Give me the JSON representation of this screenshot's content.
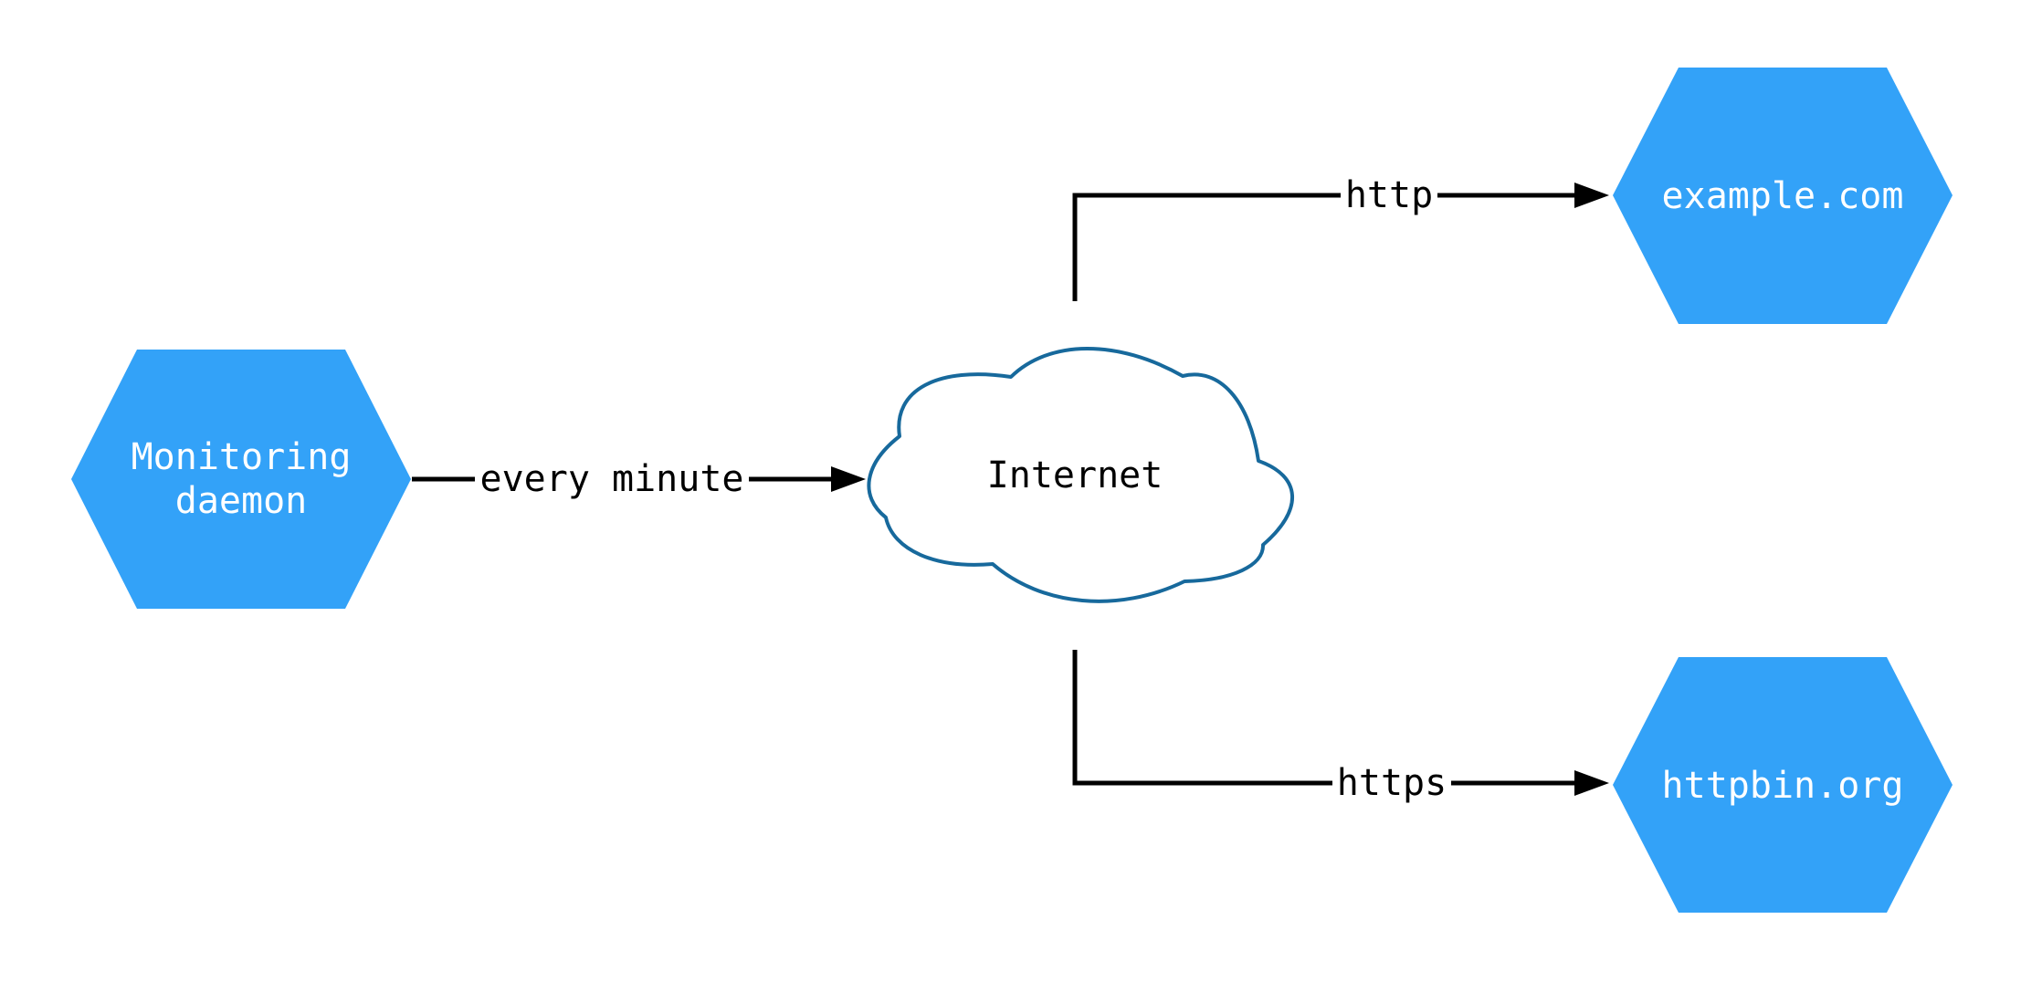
{
  "diagram": {
    "type": "network-monitoring-diagram"
  },
  "colors": {
    "background": "#ffffff",
    "node_fill": "#33a2f8",
    "node_text": "#ffffff",
    "cloud_fill": "#ffffff",
    "cloud_stroke": "#17699c",
    "line": "#000000",
    "edge_label": "#000000"
  },
  "nodes": {
    "monitoring_daemon": {
      "line1": "Monitoring",
      "line2": "daemon",
      "label": "Monitoring daemon",
      "shape": "hexagon"
    },
    "internet": {
      "label": "Internet",
      "shape": "cloud"
    },
    "example_com": {
      "label": "example.com",
      "shape": "hexagon"
    },
    "httpbin_org": {
      "label": "httpbin.org",
      "shape": "hexagon"
    }
  },
  "edges": {
    "every_minute": {
      "label": "every minute",
      "from": "monitoring_daemon",
      "to": "internet"
    },
    "http": {
      "label": "http",
      "from": "internet",
      "to": "example_com"
    },
    "https": {
      "label": "https",
      "from": "internet",
      "to": "httpbin_org"
    }
  }
}
